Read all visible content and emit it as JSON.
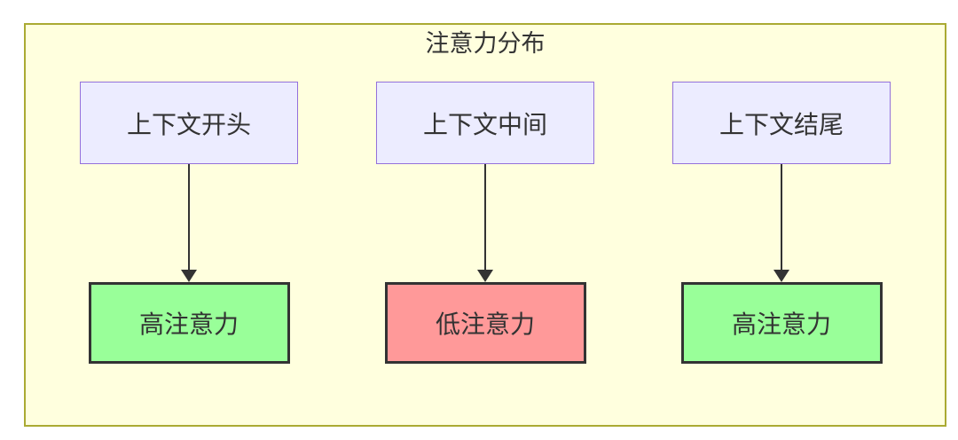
{
  "diagram": {
    "title": "注意力分布",
    "columns": [
      {
        "source": "上下文开头",
        "target": "高注意力",
        "level": "high"
      },
      {
        "source": "上下文中间",
        "target": "低注意力",
        "level": "low"
      },
      {
        "source": "上下文结尾",
        "target": "高注意力",
        "level": "high"
      }
    ],
    "colors": {
      "container_fill": "#ffffde",
      "container_border": "#aaaa33",
      "source_fill": "#ECECFF",
      "source_border": "#9370DB",
      "high_fill": "#99FF99",
      "low_fill": "#FF9999",
      "result_border": "#333333",
      "arrow": "#333333",
      "text": "#333333"
    }
  }
}
